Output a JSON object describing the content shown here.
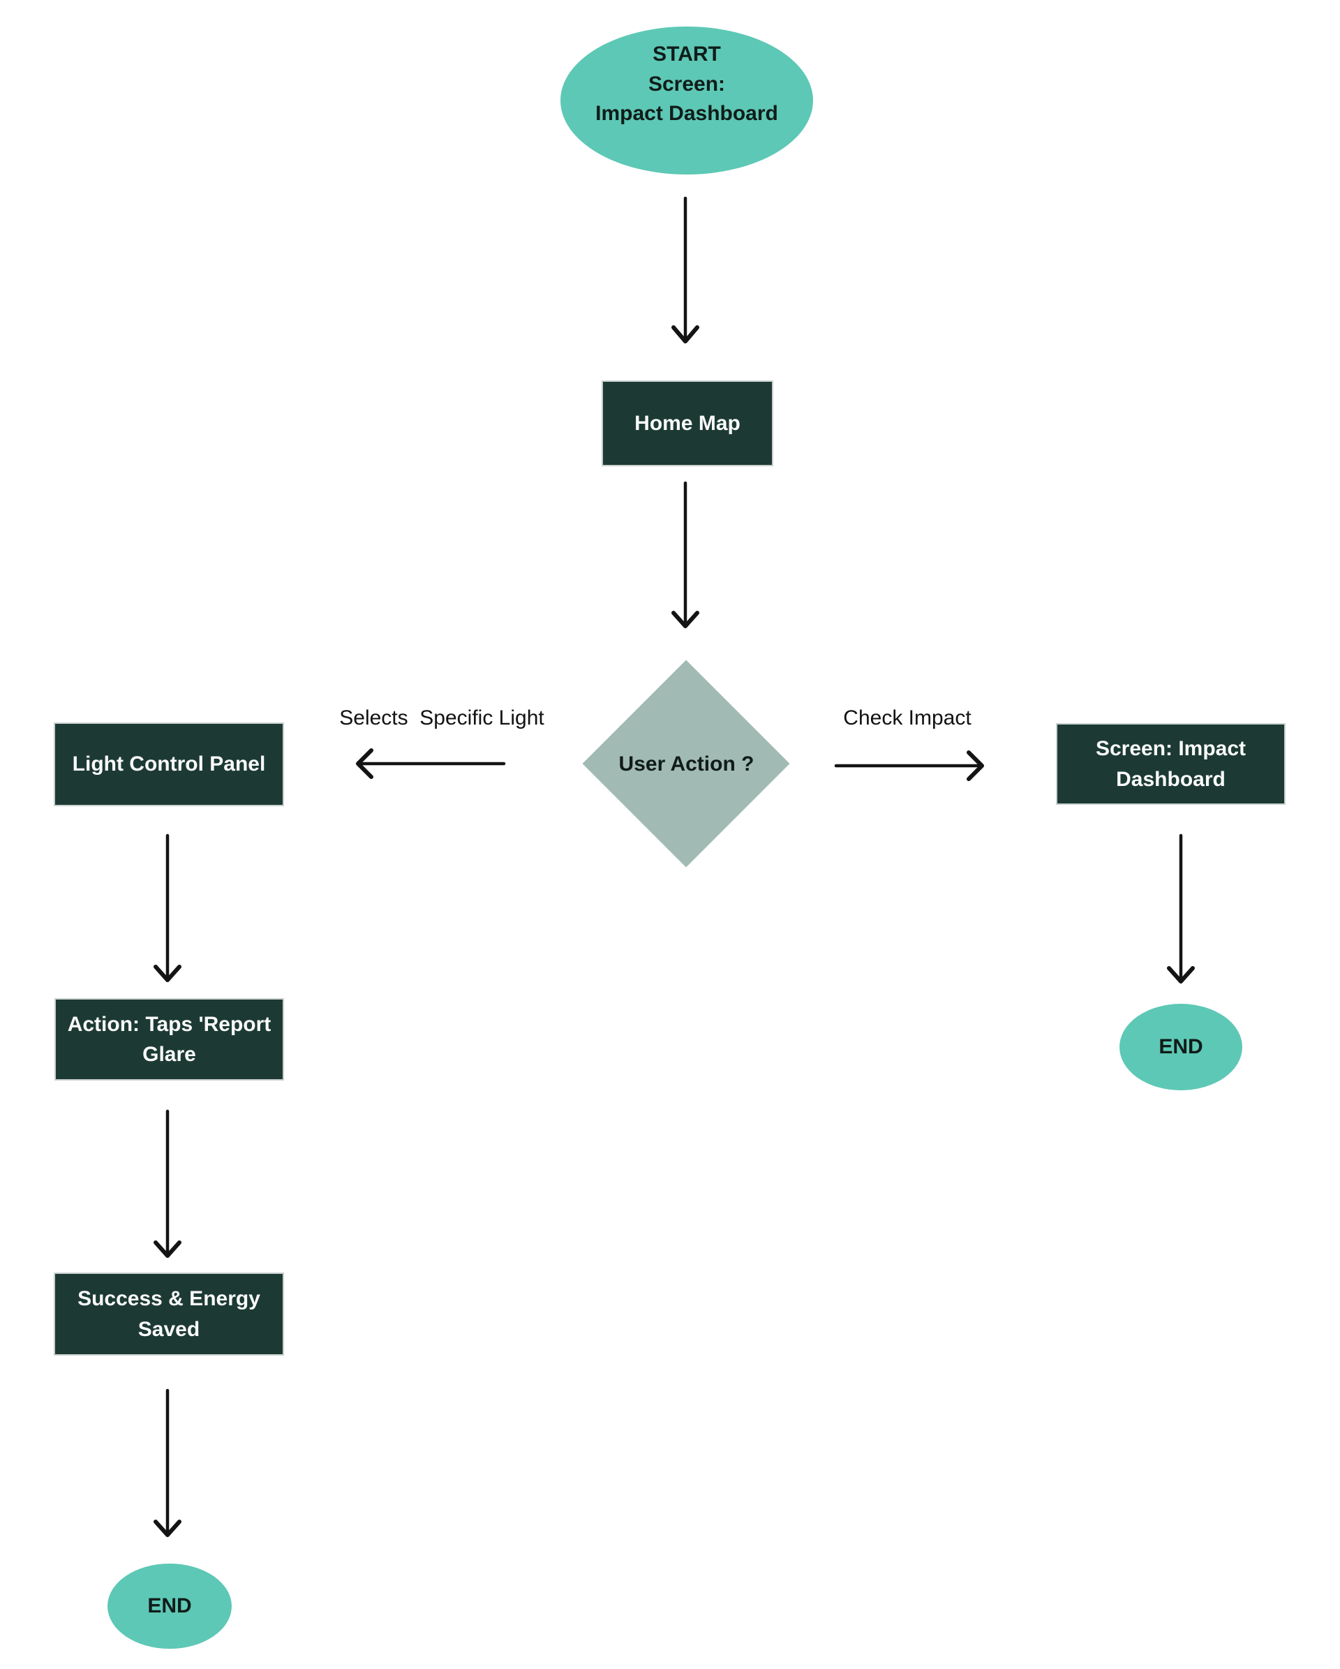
{
  "colors": {
    "teal": "#5DC8B5",
    "dark_green": "#1C3A33",
    "diamond": "#A2BAB4"
  },
  "nodes": {
    "start": {
      "type": "terminator",
      "label": "START\nScreen:\nImpact Dashboard"
    },
    "home_map": {
      "type": "process",
      "label": "Home Map"
    },
    "user_action": {
      "type": "decision",
      "label": "User Action ?"
    },
    "light_control_panel": {
      "type": "process",
      "label": "Light Control Panel"
    },
    "impact_dashboard": {
      "type": "process",
      "label": "Screen: Impact\nDashboard"
    },
    "report_glare": {
      "type": "process",
      "label": "Action: Taps 'Report\nGlare"
    },
    "success_energy_saved": {
      "type": "process",
      "label": "Success & Energy\nSaved"
    },
    "end_left": {
      "type": "terminator",
      "label": "END"
    },
    "end_right": {
      "type": "terminator",
      "label": "END"
    }
  },
  "edges": {
    "selects_specific_light_label": "Selects  Specific Light",
    "check_impact_label": "Check Impact"
  }
}
